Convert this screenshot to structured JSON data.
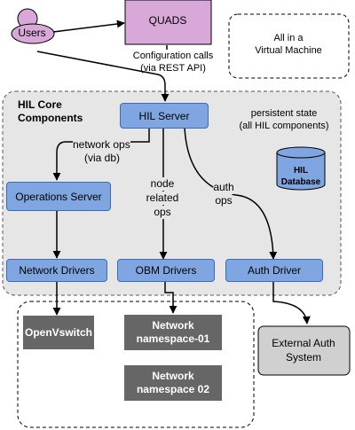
{
  "nodes": {
    "users": "Users",
    "quads": "QUADS",
    "virtual_machine": [
      "All in a",
      "Virtual Machine"
    ],
    "config_calls": [
      "Configuration calls",
      "(via REST API)"
    ],
    "core_title": [
      "HIL Core",
      "Components"
    ],
    "hil_server": "HIL Server",
    "persistent_state": [
      "persistent state",
      "(all HIL components)"
    ],
    "hil_database": [
      "HIL",
      "Database"
    ],
    "network_ops": [
      "network ops",
      "(via db)"
    ],
    "node_ops": [
      "node",
      "related",
      "ops"
    ],
    "auth_ops": [
      "auth",
      "ops"
    ],
    "operations_server": "Operations Server",
    "network_drivers": "Network Drivers",
    "obm_drivers": "OBM Drivers",
    "auth_driver": "Auth Driver",
    "openvswitch": "OpenVswitch",
    "netns_01": [
      "Network",
      "namespace-01"
    ],
    "netns_02": [
      "Network",
      "namespace 02"
    ],
    "external_auth": [
      "External Auth",
      "System"
    ]
  },
  "colors": {
    "blue_box": "#7fa6e0",
    "pink_box": "#d8a8d8",
    "core_region": "#e6e6e6",
    "dark_box": "#666666",
    "external_box": "#d0d0d0"
  }
}
